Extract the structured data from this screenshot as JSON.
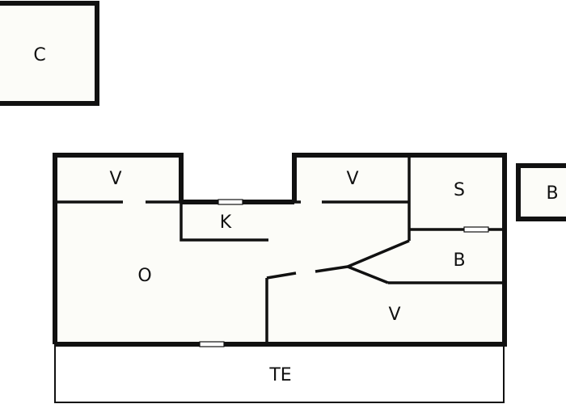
{
  "floor_plan": {
    "colors": {
      "wall": "#111111",
      "floor": "#fcfcf8",
      "terrace": "#ffffff",
      "window": "#ffffff",
      "background": "#ffffff"
    },
    "rooms": {
      "carport": "C",
      "annex": "B",
      "bedroom_left": "V",
      "bedroom_top_right": "V",
      "kitchen": "K",
      "living": "O",
      "sauna": "S",
      "bathroom": "B",
      "bedroom_bottom_right": "V",
      "terrace": "TE"
    }
  }
}
